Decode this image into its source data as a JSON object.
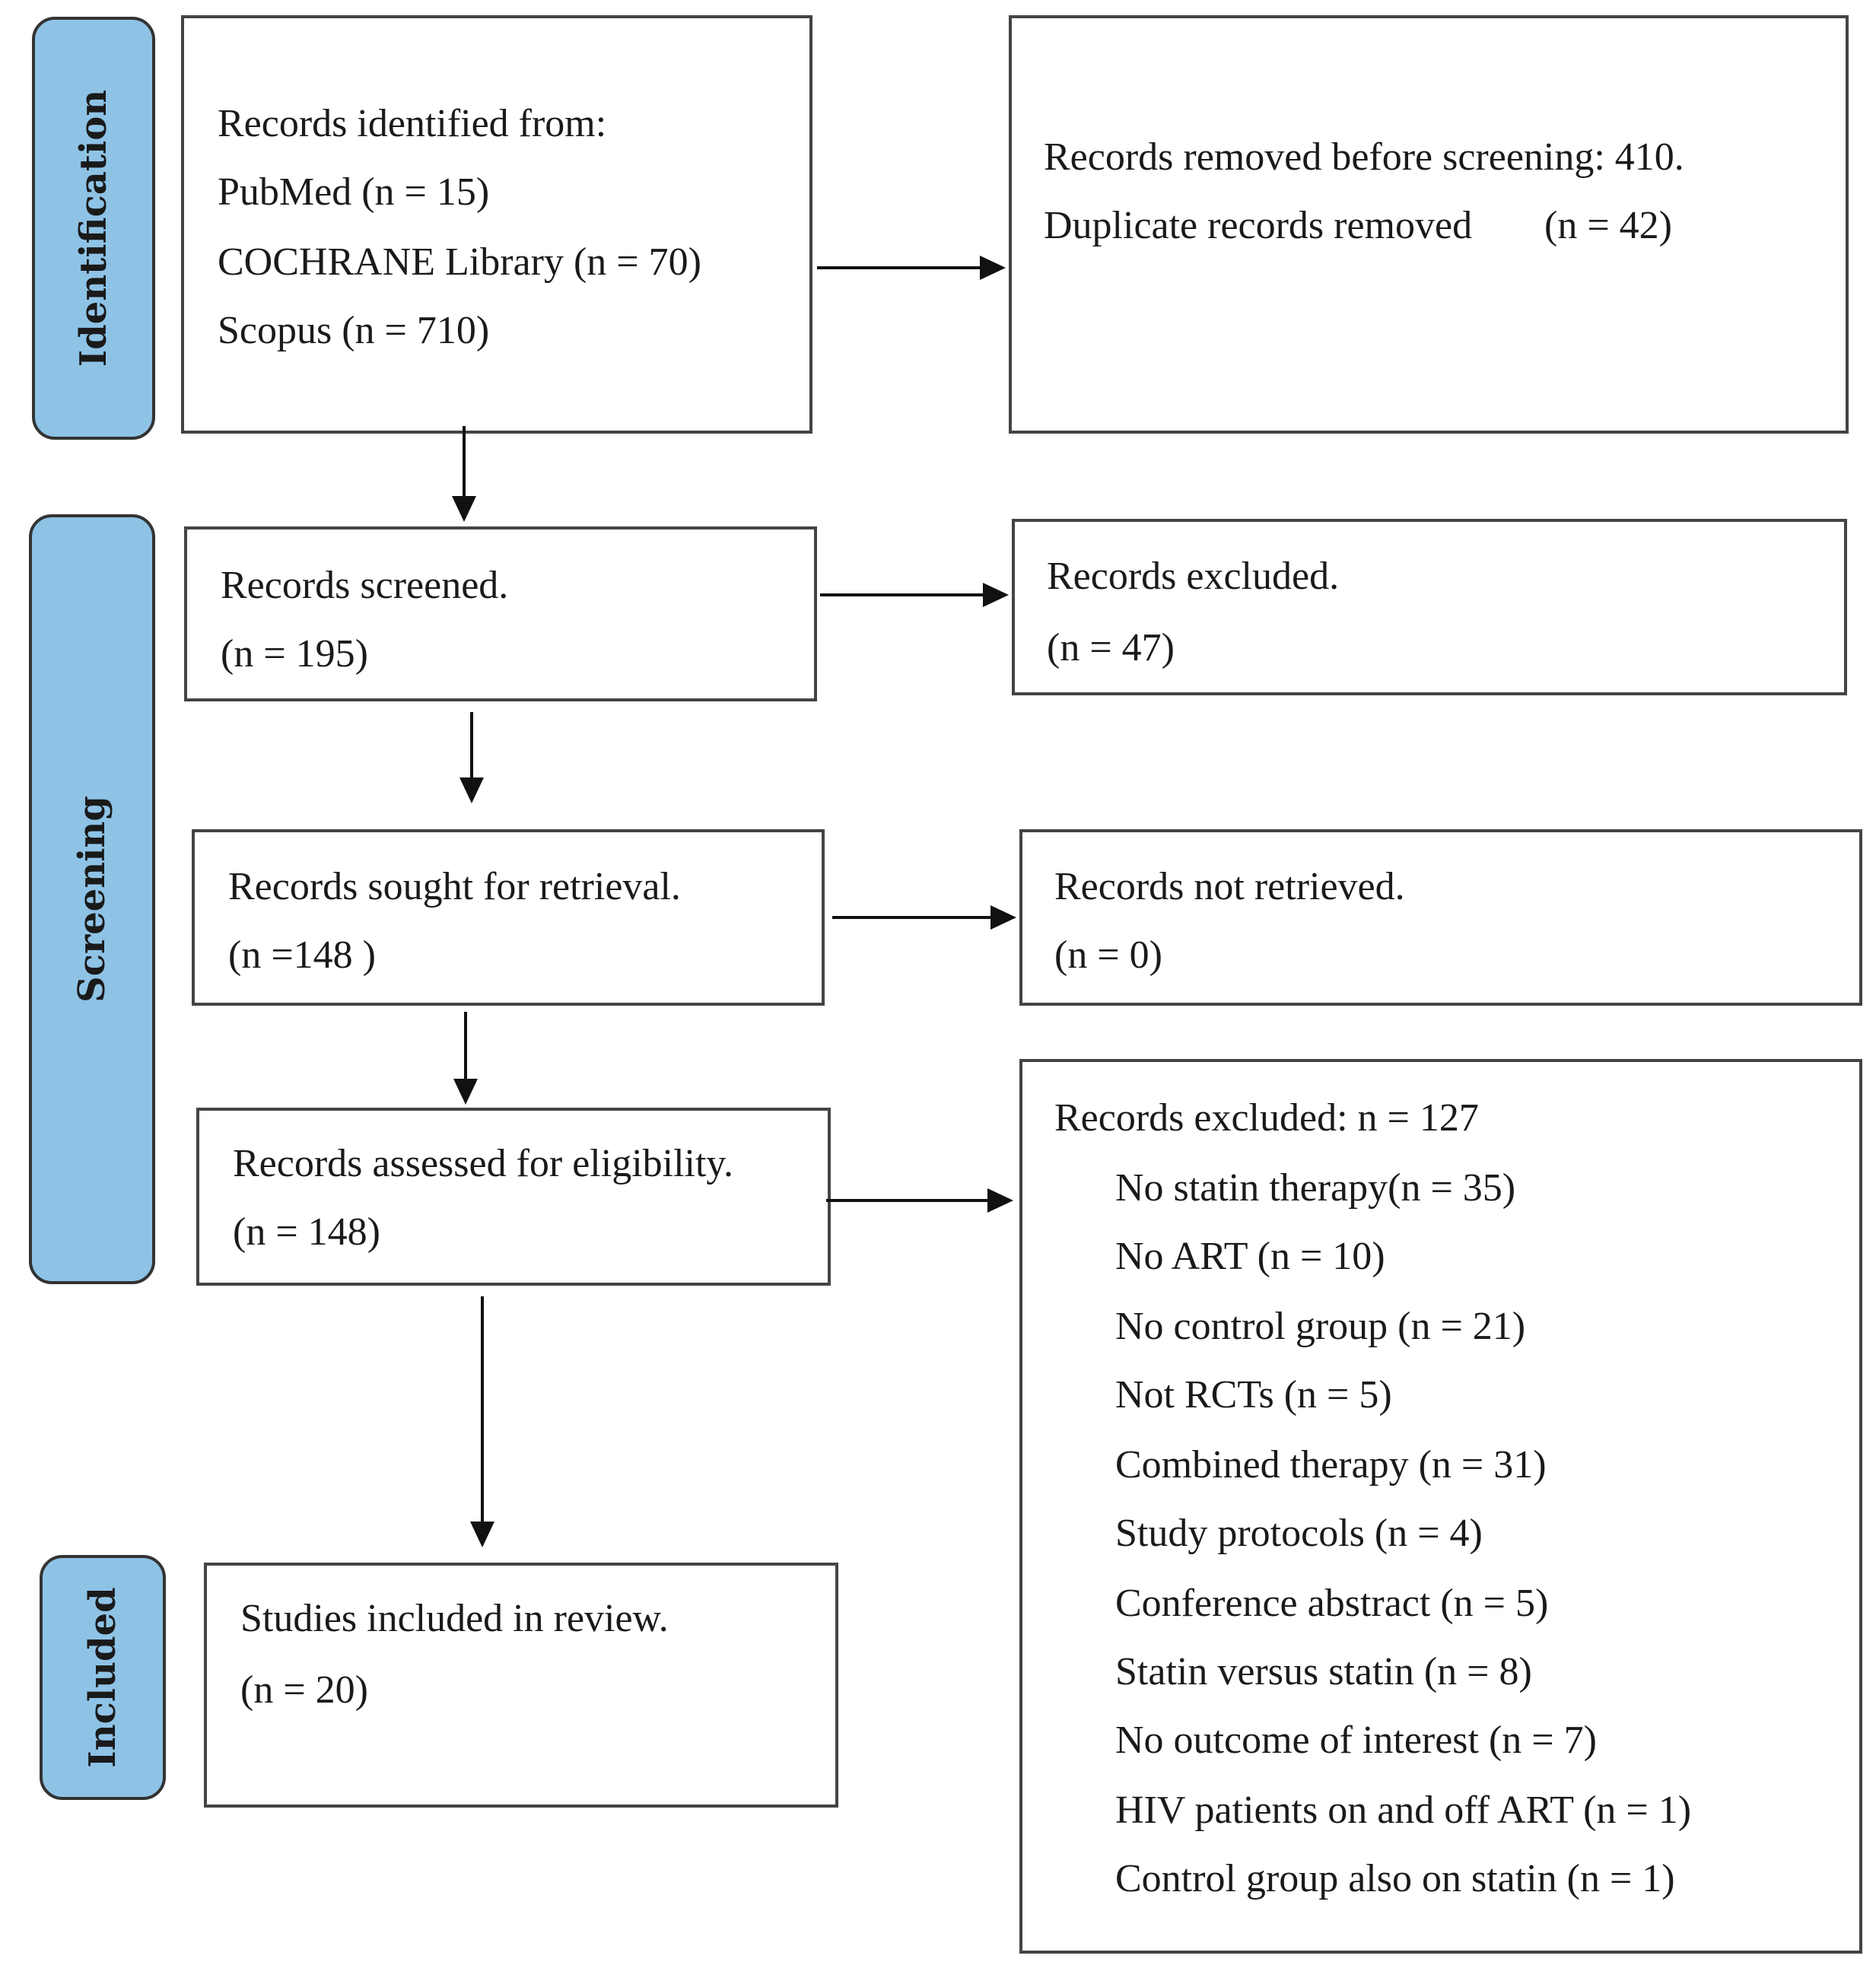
{
  "phases": {
    "identification": "Identification",
    "screening": "Screening",
    "included": "Included"
  },
  "identified": {
    "heading": "Records identified from:",
    "pubmed": "PubMed (n = 15)",
    "cochrane": "COCHRANE Library (n = 70)",
    "scopus": "Scopus (n = 710)"
  },
  "removed": {
    "line1": "Records removed before screening: 410.",
    "line2_label": "Duplicate records removed",
    "line2_count": "(n = 42)"
  },
  "screened": {
    "label": "Records screened.",
    "count": "(n = 195)"
  },
  "excluded_screening": {
    "label": "Records excluded.",
    "count": "(n = 47)"
  },
  "sought": {
    "label": "Records sought for retrieval.",
    "count": "(n =148 )"
  },
  "not_retrieved": {
    "label": "Records not retrieved.",
    "count": "(n = 0)"
  },
  "assessed": {
    "label": "Records assessed for eligibility.",
    "count": "(n = 148)"
  },
  "excluded_eligibility": {
    "heading": "Records excluded: n = 127",
    "reasons": [
      "No statin therapy(n = 35)",
      "No ART (n = 10)",
      "No control group (n = 21)",
      "Not RCTs (n = 5)",
      "Combined therapy (n = 31)",
      "Study protocols (n = 4)",
      "Conference abstract (n = 5)",
      "Statin versus statin (n = 8)",
      "No outcome of interest (n = 7)",
      "HIV patients on and off ART (n = 1)",
      "Control group also on statin (n = 1)"
    ]
  },
  "included_studies": {
    "label": "Studies included in review.",
    "count": "(n = 20)"
  }
}
